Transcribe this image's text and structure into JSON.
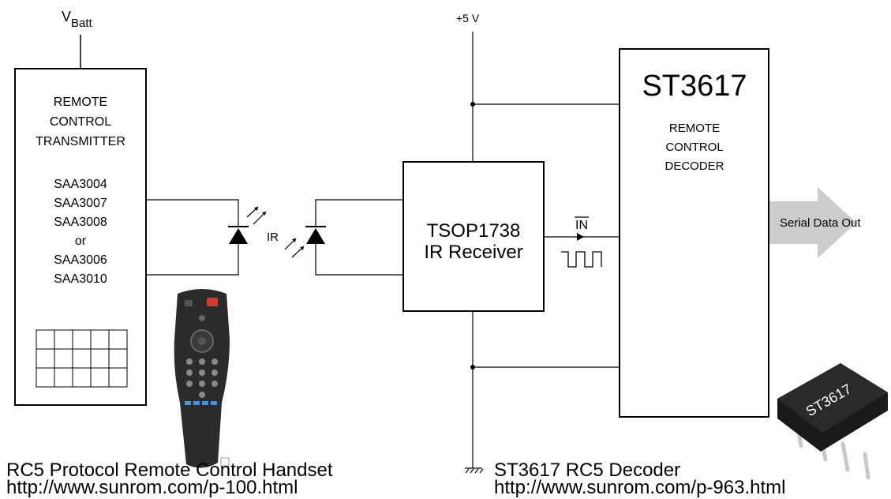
{
  "supplies": {
    "vbatt_main": "V",
    "vbatt_sub": "Batt",
    "plus5v": "+5 V"
  },
  "transmitter": {
    "title_lines": [
      "REMOTE",
      "CONTROL",
      "TRANSMITTER"
    ],
    "chips": [
      "SAA3004",
      "SAA3007",
      "SAA3008",
      "or",
      "SAA3006",
      "SAA3010"
    ]
  },
  "ir_label": "IR",
  "receiver": {
    "line1": "TSOP1738",
    "line2": "IR Receiver"
  },
  "signal_label": "IN",
  "decoder": {
    "name": "ST3617",
    "subtitle_lines": [
      "REMOTE",
      "CONTROL",
      "DECODER"
    ]
  },
  "output_label": "Serial Data Out",
  "chip_marking": "ST3617",
  "captions": {
    "left_title": "RC5 Protocol Remote Control Handset",
    "left_url": "http://www.sunrom.com/p-100.html",
    "right_title": "ST3617 RC5 Decoder",
    "right_url": "http://www.sunrom.com/p-963.html"
  },
  "colors": {
    "arrow_fill": "#cccccc",
    "remote_body": "#2b2b2b",
    "remote_red_button": "#d83a2e",
    "remote_blue_button": "#4a8fd8",
    "chip_body": "#1a1a1a",
    "chip_legs": "#c9c9c9"
  }
}
